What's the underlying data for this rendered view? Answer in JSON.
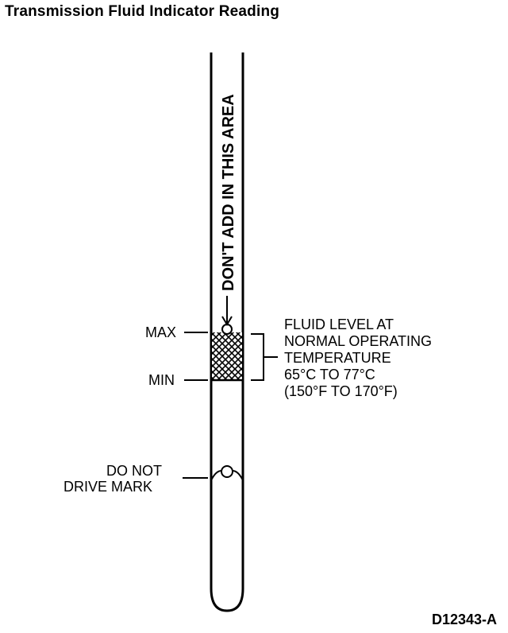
{
  "title": "Transmission Fluid Indicator Reading",
  "labels": {
    "warning_zone": "DON'T ADD IN THIS AREA",
    "max": "MAX",
    "min": "MIN",
    "fluid_level_lines": [
      "FLUID LEVEL AT",
      "NORMAL OPERATING",
      "TEMPERATURE",
      "65°C TO 77°C",
      "(150°F TO 170°F)"
    ],
    "do_not_drive_lines": [
      "DO NOT",
      "DRIVE MARK"
    ]
  },
  "figure_id": "D12343-A"
}
